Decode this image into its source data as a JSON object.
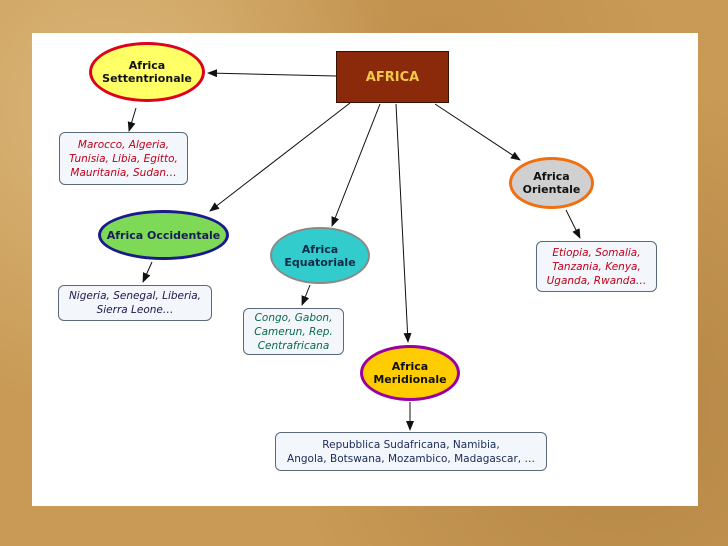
{
  "root": {
    "label": "AFRICA",
    "fill": "#8b2a0a",
    "text_color": "#f2c84a"
  },
  "regions": {
    "north": {
      "label_line1": "Africa",
      "label_line2": "Settentrionale",
      "fill": "#ffff66",
      "border": "#e0001a",
      "countries_line1": "Marocco, Algeria,",
      "countries_line2": "Tunisia, Libia, Egitto,",
      "countries_line3": "Mauritania, Sudan…"
    },
    "west": {
      "label": "Africa Occidentale",
      "fill": "#7ed957",
      "border": "#1a1a8a",
      "countries_line1": "Nigeria, Senegal, Liberia,",
      "countries_line2": "Sierra Leone…"
    },
    "equatorial": {
      "label_line1": "Africa",
      "label_line2": "Equatoriale",
      "fill": "#33cccc",
      "border": "#8a8a8a",
      "countries_line1": "Congo, Gabon,",
      "countries_line2": "Camerun, Rep.",
      "countries_line3": "Centrafricana"
    },
    "east": {
      "label_line1": "Africa",
      "label_line2": "Orientale",
      "fill": "#d0d0d0",
      "border": "#f07010",
      "countries_line1": "Etiopia, Somalia,",
      "countries_line2": "Tanzania, Kenya,",
      "countries_line3": "Uganda, Rwanda…"
    },
    "south": {
      "label_line1": "Africa",
      "label_line2": "Meridionale",
      "fill": "#ffcc00",
      "border": "#9a00a0",
      "countries_line1": "Repubblica Sudafricana, Namibia,",
      "countries_line2": "Angola, Botswana, Mozambico, Madagascar, …"
    }
  }
}
